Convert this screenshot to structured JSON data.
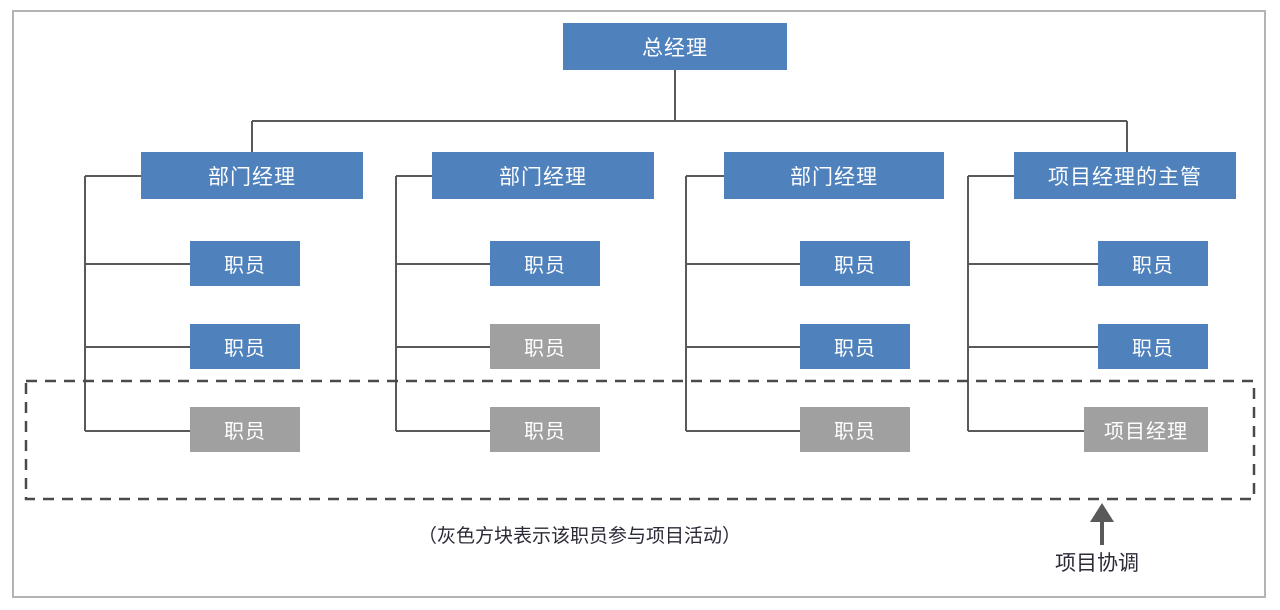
{
  "diagram": {
    "type": "org-chart",
    "title_node": {
      "label": "总经理",
      "color": "#4F81BD"
    },
    "colors": {
      "blue": "#4F81BD",
      "gray": "#A0A0A0",
      "line": "#595959",
      "frame": "#b3b3b3",
      "text_dark": "#2b2b38",
      "text_light": "#ffffff"
    },
    "columns": [
      {
        "manager": {
          "label": "部门经理",
          "color": "blue"
        },
        "members": [
          {
            "label": "职员",
            "color": "blue"
          },
          {
            "label": "职员",
            "color": "blue"
          },
          {
            "label": "职员",
            "color": "gray"
          }
        ]
      },
      {
        "manager": {
          "label": "部门经理",
          "color": "blue"
        },
        "members": [
          {
            "label": "职员",
            "color": "blue"
          },
          {
            "label": "职员",
            "color": "gray"
          },
          {
            "label": "职员",
            "color": "gray"
          }
        ]
      },
      {
        "manager": {
          "label": "部门经理",
          "color": "blue"
        },
        "members": [
          {
            "label": "职员",
            "color": "blue"
          },
          {
            "label": "职员",
            "color": "blue"
          },
          {
            "label": "职员",
            "color": "gray"
          }
        ]
      },
      {
        "manager": {
          "label": "项目经理的主管",
          "color": "blue"
        },
        "members": [
          {
            "label": "职员",
            "color": "blue"
          },
          {
            "label": "职员",
            "color": "blue"
          },
          {
            "label": "项目经理",
            "color": "gray"
          }
        ]
      }
    ],
    "caption": "（灰色方块表示该职员参与项目活动）",
    "annotation": {
      "label": "项目协调",
      "arrow": "up-arrow-icon"
    }
  }
}
